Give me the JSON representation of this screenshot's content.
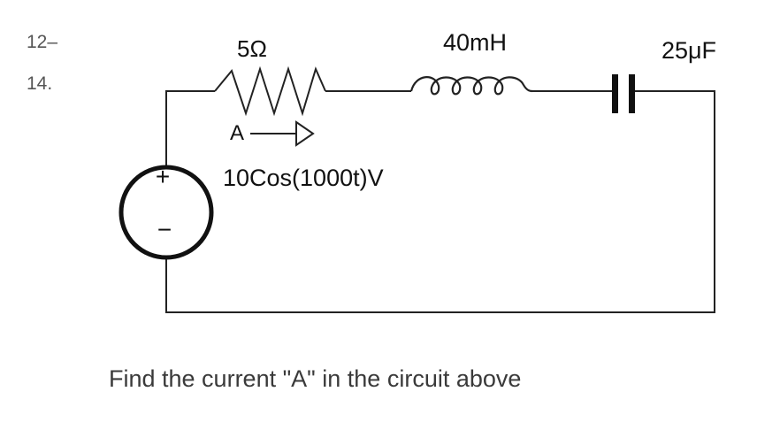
{
  "problem": {
    "number_line1": "12–",
    "number_line2": "14."
  },
  "circuit": {
    "resistor_label": "5Ω",
    "inductor_label": "40mH",
    "capacitor_label": "25μF",
    "current_label": "A",
    "source_label": "10Cos(1000t)V",
    "source_plus": "+",
    "source_minus": "−"
  },
  "question": {
    "text": "Find the current \"A\" in the circuit above"
  }
}
